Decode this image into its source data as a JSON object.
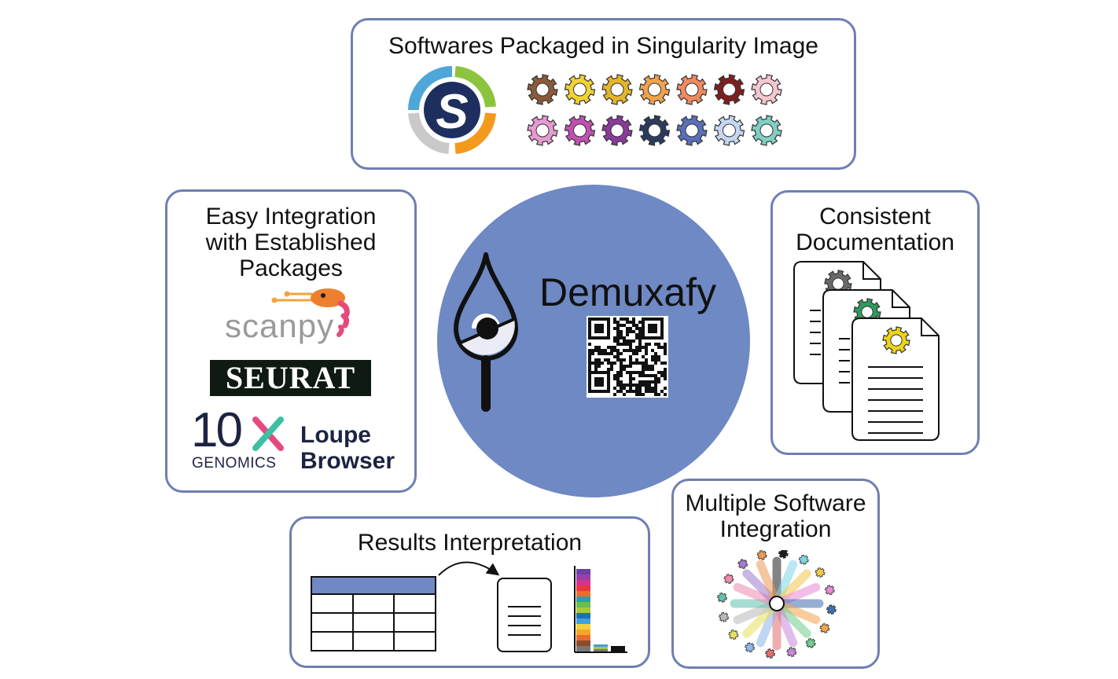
{
  "top_panel": {
    "title": "Softwares Packaged in Singularity Image"
  },
  "singularity_logo": {
    "letter": "S"
  },
  "gears_row1": [
    "#8a5a3c",
    "#f0d233",
    "#e3b52a",
    "#f0a24a",
    "#ef8a5e",
    "#7e1f1f",
    "#f3c7cf"
  ],
  "gears_row2": [
    "#e59ad1",
    "#c150b2",
    "#8a3a9c",
    "#2b3b5e",
    "#5a6fb8",
    "#c6d6f0",
    "#7fcfc2"
  ],
  "left_panel": {
    "title_lines": [
      "Easy Integration",
      "with Established",
      "Packages"
    ],
    "scanpy": "scanpy",
    "seurat": "SEURAT",
    "tenx": "10",
    "genomics": "GENOMICS",
    "loupe_line1": "Loupe",
    "loupe_line2": "Browser"
  },
  "hub": {
    "title": "Demuxafy"
  },
  "right_panel": {
    "title_lines": [
      "Consistent",
      "Documentation"
    ],
    "doc_gear_colors": [
      "#6a6a6a",
      "#2f9a5e",
      "#eed318"
    ]
  },
  "bottom_panel": {
    "title": "Results Interpretation",
    "header_color": "#6e89c3",
    "bar_colors": [
      "#6a3fa0",
      "#9b3fa8",
      "#d6338e",
      "#e8383d",
      "#ef6b2d",
      "#2ea0a5",
      "#6abf4b",
      "#a9c93c",
      "#1f6fb5",
      "#3fa0df",
      "#f4d03f",
      "#f5a623",
      "#e86a33",
      "#8b4a2b",
      "#777777"
    ]
  },
  "br_panel": {
    "title_lines": [
      "Multiple Software",
      "Integration"
    ],
    "spoke_colors": [
      "#1e1e1e",
      "#7fd6e6",
      "#f4c74c",
      "#e98ad6",
      "#3f6fb0",
      "#f4a44c",
      "#6fcf8f",
      "#c788d9",
      "#e26d6d",
      "#8fb6e8",
      "#e8e05a",
      "#b9b9b9",
      "#5ec2b0",
      "#f08ab0",
      "#a07bd0",
      "#ec9a56"
    ]
  }
}
